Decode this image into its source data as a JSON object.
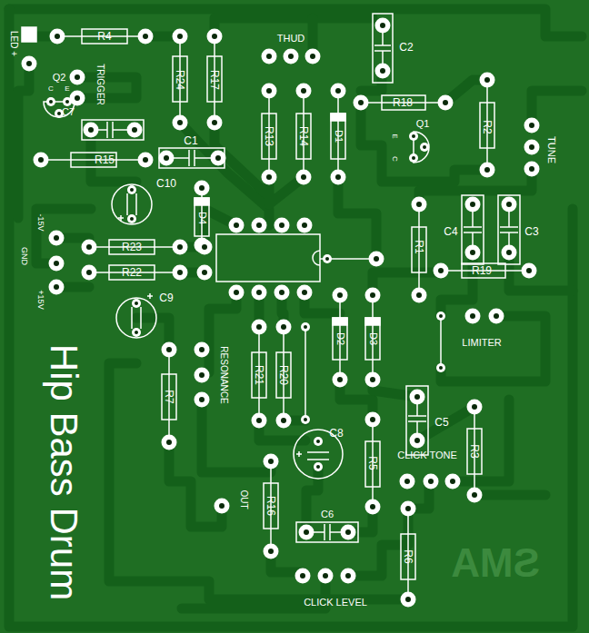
{
  "diagram": {
    "title": "Hip Bass Drum",
    "labels": [
      "LED +",
      "R4",
      "TRIGGER",
      "Q2",
      "C",
      "E",
      "R24",
      "R17",
      "THUD",
      "C2",
      "C7",
      "R13",
      "R14",
      "D1",
      "R18",
      "R2",
      "Q1",
      "E",
      "C",
      "TUNE",
      "C1",
      "R15",
      "C10",
      "D4",
      "-15V",
      "GND",
      "C4",
      "C3",
      "R1",
      "R23",
      "R22",
      "R19",
      "+15V",
      "C9",
      "D2",
      "D3",
      "LIMITER",
      "RESONANCE",
      "R21",
      "R20",
      "R7",
      "C5",
      "C8",
      "CLICK TONE",
      "R3",
      "R5",
      "OUT",
      "R16",
      "C6",
      "R6",
      "SMA",
      "CLICK LEVEL"
    ]
  }
}
